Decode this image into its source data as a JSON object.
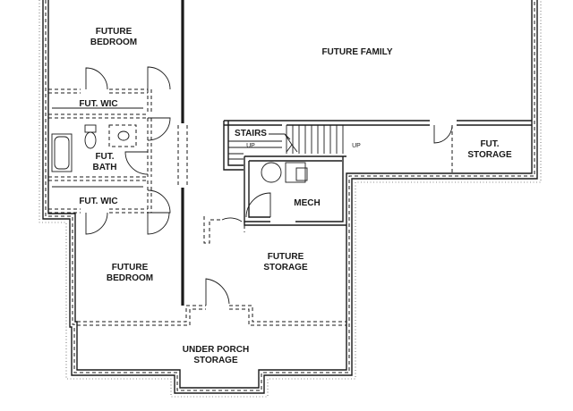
{
  "rooms": {
    "future_bedroom_top": [
      "FUTURE",
      "BEDROOM"
    ],
    "future_family": [
      "FUTURE FAMILY"
    ],
    "fut_wic_top": [
      "FUT. WIC"
    ],
    "fut_bath": [
      "FUT.",
      "BATH"
    ],
    "fut_wic_bottom": [
      "FUT. WIC"
    ],
    "stairs": [
      "STAIRS"
    ],
    "fut_storage": [
      "FUT.",
      "STORAGE"
    ],
    "mech": [
      "MECH"
    ],
    "future_storage": [
      "FUTURE",
      "STORAGE"
    ],
    "future_bedroom_bottom": [
      "FUTURE",
      "BEDROOM"
    ],
    "under_porch_storage": [
      "UNDER PORCH",
      "STORAGE"
    ]
  },
  "stair_markers": {
    "up_left": "UP",
    "up_right": "UP"
  }
}
